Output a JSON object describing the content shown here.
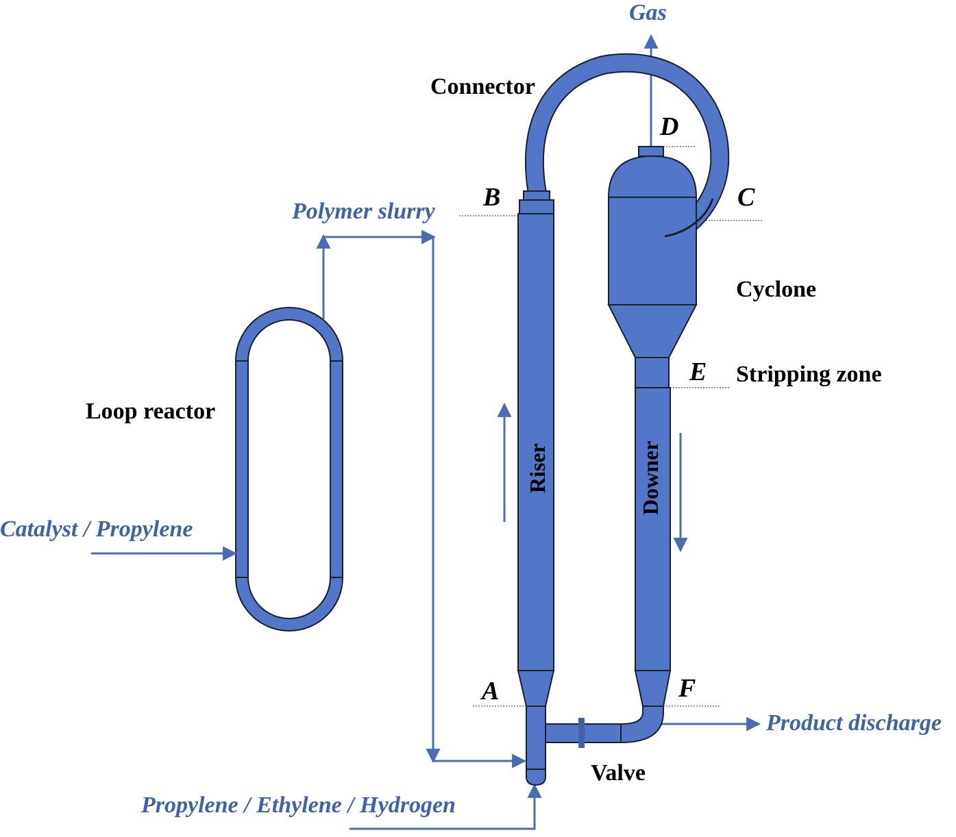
{
  "labels": {
    "loop_reactor": "Loop reactor",
    "connector": "Connector",
    "cyclone": "Cyclone",
    "stripping_zone": "Stripping zone",
    "valve": "Valve",
    "riser": "Riser",
    "downer": "Downer"
  },
  "streams": {
    "gas": "Gas",
    "polymer_slurry": "Polymer slurry",
    "catalyst_propylene": "Catalyst / Propylene",
    "product_discharge": "Product discharge",
    "feed": "Propylene / Ethylene / Hydrogen"
  },
  "points": {
    "a": "A",
    "b": "B",
    "c": "C",
    "d": "D",
    "e": "E",
    "f": "F"
  },
  "colors": {
    "equipment_fill": "#5277c9",
    "stream_line": "#4a6cb5",
    "stream_text": "#3f62a8"
  }
}
